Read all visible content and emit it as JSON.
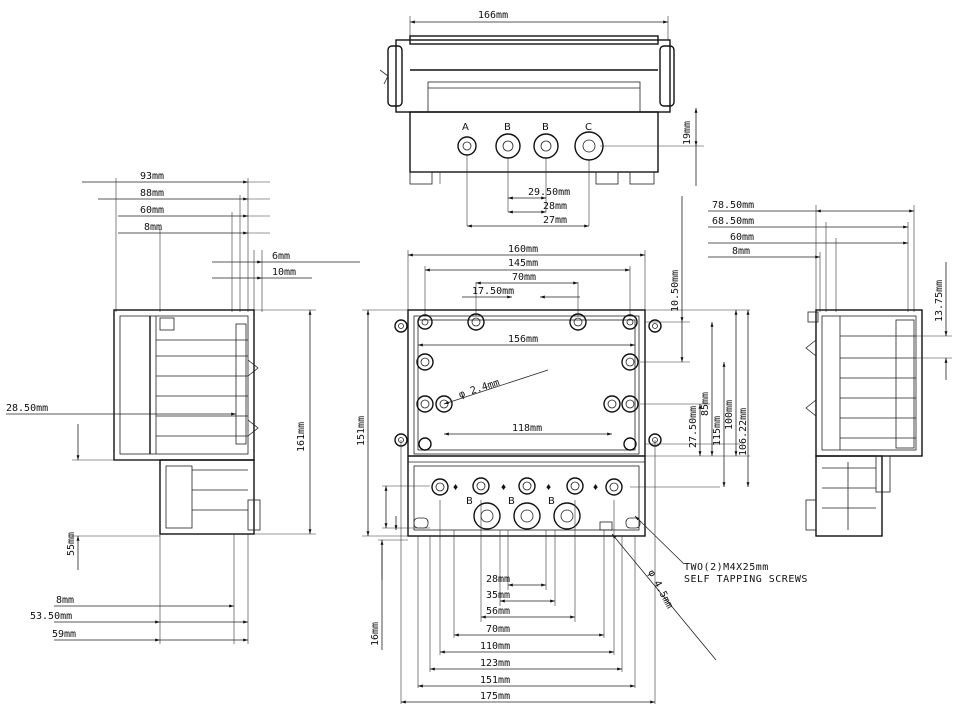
{
  "top_view": {
    "width": "166mm",
    "height": "19mm",
    "port_labels": [
      "A",
      "B",
      "B",
      "C"
    ],
    "spacing": [
      "29.50mm",
      "28mm",
      "27mm"
    ]
  },
  "left_view": {
    "widths": [
      "93mm",
      "88mm",
      "60mm",
      "8mm"
    ],
    "small": [
      "6mm",
      "10mm"
    ],
    "depth": "28.50mm",
    "height": "161mm",
    "lower_height": "55mm",
    "bottom": [
      "8mm",
      "53.50mm",
      "59mm"
    ]
  },
  "front_view": {
    "top_dims": [
      "160mm",
      "145mm",
      "70mm",
      "17.50mm"
    ],
    "inner_width": "156mm",
    "hole_dia": "φ 2.4mm",
    "inner_lower": "118mm",
    "height": "151mm",
    "right_dims": [
      "10.50mm",
      "27.50mm",
      "85mm",
      "115mm",
      "100mm",
      "106.22mm"
    ],
    "port_labels": [
      "B",
      "B",
      "B"
    ],
    "screw_note_1": "TWO(2)M4X25mm",
    "screw_note_2": "SELF TAPPING SCREWS",
    "mount_dia": "φ 4.5mm",
    "side_small": "16mm",
    "bottom_dims": [
      "28mm",
      "35mm",
      "56mm",
      "70mm",
      "110mm",
      "123mm",
      "151mm",
      "175mm"
    ]
  },
  "right_view": {
    "widths": [
      "78.50mm",
      "68.50mm",
      "60mm",
      "8mm"
    ],
    "height": "13.75mm"
  }
}
